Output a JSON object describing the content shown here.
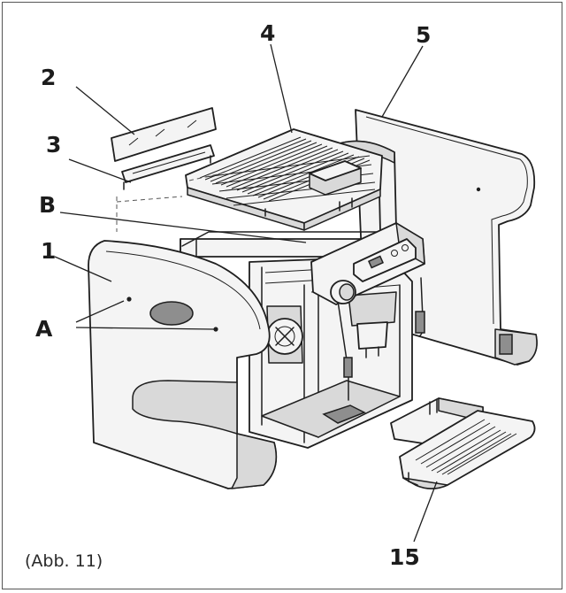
{
  "figure": {
    "caption": "(Abb. 11)",
    "labels": {
      "part_1": "1",
      "part_2": "2",
      "part_3": "3",
      "part_4": "4",
      "part_5": "5",
      "part_15": "15",
      "point_a": "A",
      "point_b": "B"
    }
  }
}
